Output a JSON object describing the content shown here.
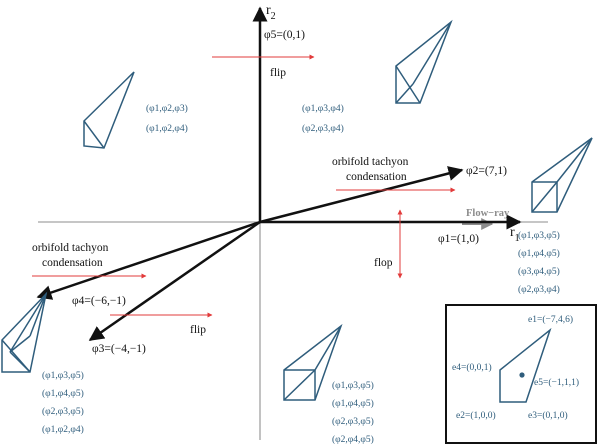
{
  "colors": {
    "arrow": "#111111",
    "thin_axis": "#666666",
    "red": "#e23b3b",
    "cone": "#2f5d7c",
    "flow_ray": "#8c8c8c"
  },
  "axes": {
    "r1_main": "r",
    "r1_sub": "1",
    "r2_main": "r",
    "r2_sub": "2"
  },
  "vectors": {
    "phi1": "φ1=(1,0)",
    "phi2": "φ2=(7,1)",
    "phi3": "φ3=(−4,−1)",
    "phi4": "φ4=(−6,−1)",
    "phi5": "φ5=(0,1)"
  },
  "annotations": {
    "flip_top": "flip",
    "flip_bottom": "flip",
    "flop": "flop",
    "flow_ray": "Flow−ray",
    "tachyon_right_line1": "orbifold tachyon",
    "tachyon_right_line2": "condensation",
    "tachyon_left_line1": "orbifold tachyon",
    "tachyon_left_line2": "condensation"
  },
  "cone_lists": {
    "upper_left": [
      "(φ1,φ2,φ3)",
      "(φ1,φ2,φ4)"
    ],
    "upper_middle": [
      "(φ1,φ3,φ4)",
      "(φ2,φ3,φ4)"
    ],
    "right": [
      "(φ1,φ3,φ5)",
      "(φ1,φ4,φ5)",
      "(φ3,φ4,φ5)",
      "(φ2,φ3,φ4)"
    ],
    "lower_left": [
      "(φ1,φ3,φ5)",
      "(φ1,φ4,φ5)",
      "(φ2,φ3,φ5)",
      "(φ1,φ2,φ4)"
    ],
    "lower_middle": [
      "(φ1,φ3,φ5)",
      "(φ1,φ4,φ5)",
      "(φ2,φ3,φ5)",
      "(φ2,φ4,φ5)"
    ]
  },
  "inset": {
    "e1": "e1=(−7,4,6)",
    "e2": "e2=(1,0,0)",
    "e3": "e3=(0,1,0)",
    "e4": "e4=(0,0,1)",
    "e5": "e5=(−1,1,1)"
  }
}
